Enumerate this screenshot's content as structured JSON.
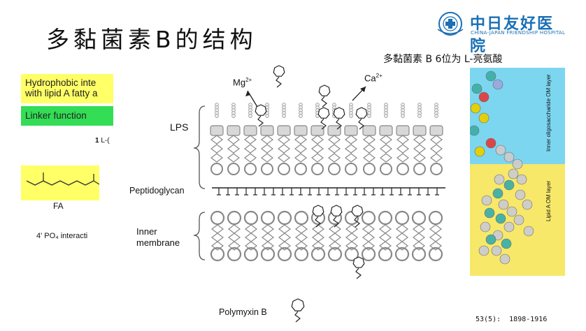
{
  "slide": {
    "title": "多黏菌素B的结构",
    "subtitle": "多黏菌素 B  6位为 L-亮氨酸",
    "citation": "53(5):  1898-1916"
  },
  "logo": {
    "name_zh": "中日友好医院",
    "name_en": "CHINA-JAPAN FRIENDSHIP HOSPITAL"
  },
  "left_panel": {
    "hydrophobic_line1": "Hydrophobic inte",
    "hydrophobic_line2": "with lipid A fatty a",
    "linker": "Linker function",
    "compound_label_num": "1",
    "compound_label_rest": " L-(",
    "fa_label": "FA",
    "po4_text": "4' PO₄ interacti"
  },
  "diagram": {
    "mg_ion": "Mg",
    "mg_charge": "2+",
    "ca_ion": "Ca",
    "ca_charge": "2+",
    "lps_label": "LPS",
    "peptidoglycan_label": "Peptidoglycan",
    "inner_membrane_line1": "Inner",
    "inner_membrane_line2": "membrane",
    "polymyxin_label": "Polymyxin B"
  },
  "molecule_panel": {
    "top_layer_label": "Inner oligosaccharide OM layer",
    "bottom_layer_label": "Lipid A OM layer"
  },
  "colors": {
    "brand_blue": "#1a6fb5",
    "highlight_yellow": "#ffff66",
    "highlight_green": "#33dd55",
    "membrane_gray": "#888888",
    "om_top_cyan": "#7dd6f0",
    "om_bottom_yellow": "#f7e86a"
  }
}
